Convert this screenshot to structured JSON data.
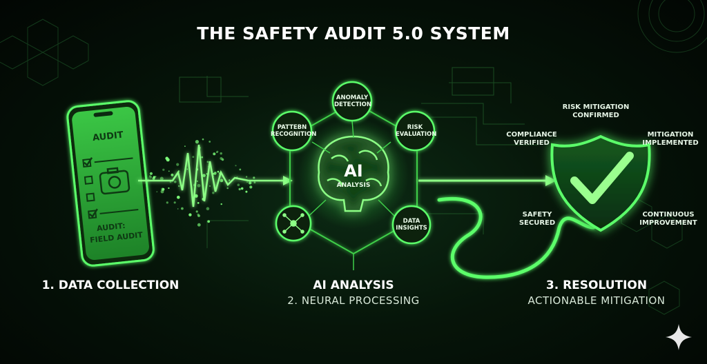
{
  "title": "THE SAFETY AUDIT 5.0 SYSTEM",
  "stage1": {
    "label": "1. DATA COLLECTION",
    "phone_header": "AUDIT",
    "phone_footer_line1": "AUDIT:",
    "phone_footer_line2": "FIELD AUDIT"
  },
  "stage2": {
    "label": "AI ANALYSIS",
    "sublabel": "2. NEURAL PROCESSING",
    "brain_title": "AI",
    "brain_sub": "ANALYSIS",
    "nodes": {
      "anomaly": "ANOMALY DETECTION",
      "pattern": "PATTEBN RECOGNITION",
      "risk": "RISK EVALUATION",
      "insights": "DATA INSIGHTS"
    }
  },
  "stage3": {
    "label": "3. RESOLUTION",
    "sublabel": "ACTIONABLE MITIGATION",
    "outcomes": {
      "risk_confirmed": "RISK MITIGATION CONFIRMED",
      "compliance": "COMPLIANCE VERIFIED",
      "implemented": "MITIGATION IMPLEMENTED",
      "safety": "SAFETY SECURED",
      "improvement": "CONTINUOUS IMPROVEMENT"
    }
  },
  "colors": {
    "accent": "#39e04a",
    "glow": "#7dff7a",
    "background": "#040c06"
  },
  "icons": [
    "phone-icon",
    "camera-icon",
    "checkbox-icon",
    "brain-icon",
    "shield-check-icon",
    "sparkle-icon"
  ]
}
